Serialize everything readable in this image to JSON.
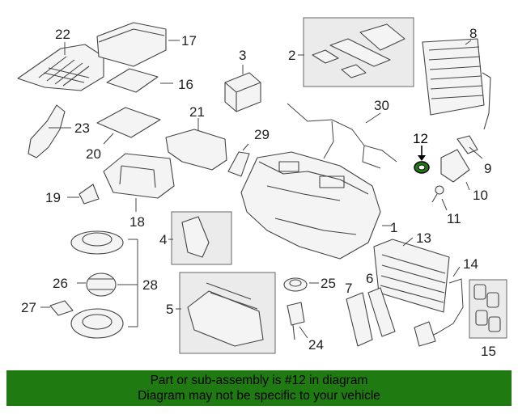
{
  "diagram": {
    "callouts": [
      "1",
      "2",
      "3",
      "4",
      "5",
      "6",
      "7",
      "8",
      "9",
      "10",
      "11",
      "12",
      "13",
      "14",
      "15",
      "16",
      "17",
      "18",
      "19",
      "20",
      "21",
      "22",
      "23",
      "24",
      "25",
      "26",
      "27",
      "28",
      "29",
      "30"
    ],
    "highlighted_callout": "12",
    "highlight_color": "#1f7a12"
  },
  "banner": {
    "line1": "Part or sub-assembly is #12 in diagram",
    "line2": "Diagram may not be specific to your vehicle",
    "background": "#1f7a12"
  }
}
